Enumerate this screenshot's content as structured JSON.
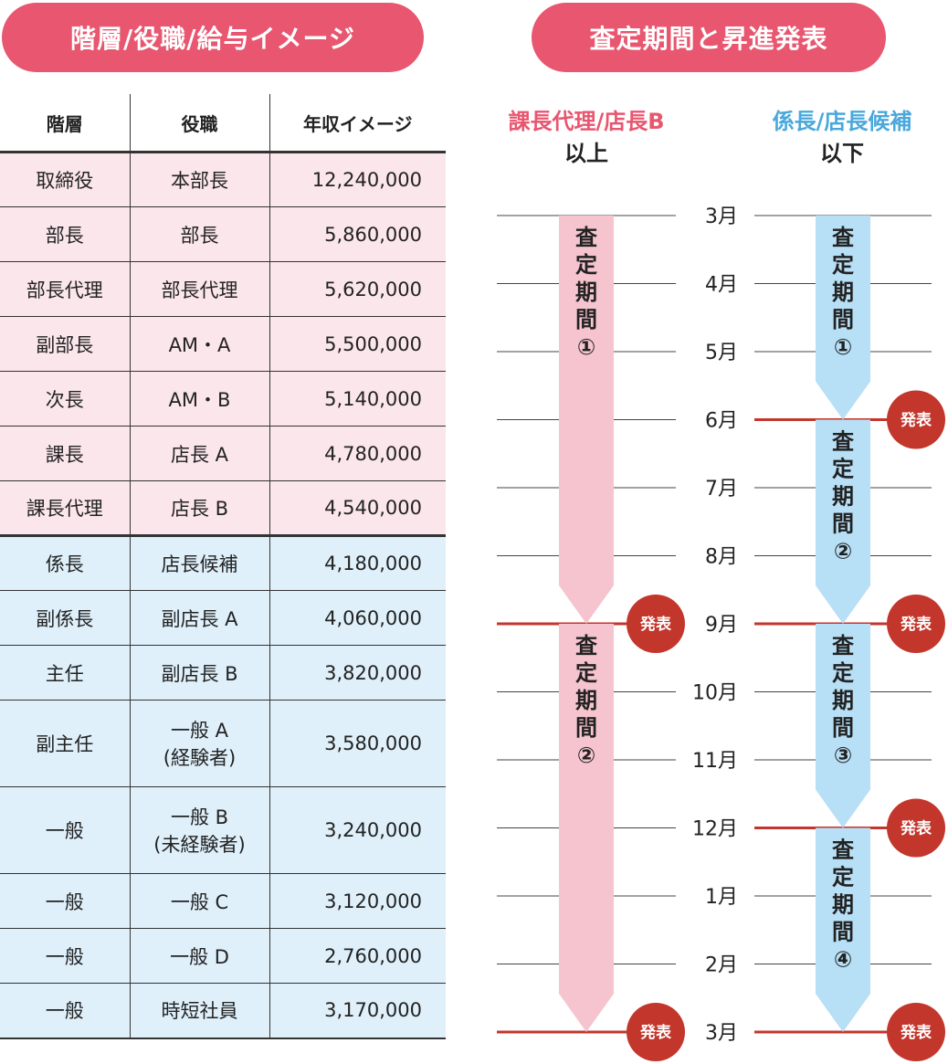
{
  "headers": {
    "left_pill": "階層/役職/給与イメージ",
    "right_pill": "査定期間と昇進発表"
  },
  "table": {
    "columns": [
      "階層",
      "役職",
      "年収イメージ"
    ],
    "rows": [
      {
        "grade": "取締役",
        "position": "本部長",
        "salary": "12,240,000",
        "group": "upper"
      },
      {
        "grade": "部長",
        "position": "部長",
        "salary": "5,860,000",
        "group": "upper"
      },
      {
        "grade": "部長代理",
        "position": "部長代理",
        "salary": "5,620,000",
        "group": "upper"
      },
      {
        "grade": "副部長",
        "position": "AM・A",
        "salary": "5,500,000",
        "group": "upper"
      },
      {
        "grade": "次長",
        "position": "AM・B",
        "salary": "5,140,000",
        "group": "upper"
      },
      {
        "grade": "課長",
        "position": "店長 A",
        "salary": "4,780,000",
        "group": "upper"
      },
      {
        "grade": "課長代理",
        "position": "店長 B",
        "salary": "4,540,000",
        "group": "upper"
      },
      {
        "grade": "係長",
        "position": "店長候補",
        "salary": "4,180,000",
        "group": "lower"
      },
      {
        "grade": "副係長",
        "position": "副店長 A",
        "salary": "4,060,000",
        "group": "lower"
      },
      {
        "grade": "主任",
        "position": "副店長 B",
        "salary": "3,820,000",
        "group": "lower"
      },
      {
        "grade": "副主任",
        "position": "一般 A",
        "position_note": "(経験者)",
        "salary": "3,580,000",
        "group": "lower"
      },
      {
        "grade": "一般",
        "position": "一般 B",
        "position_note": "(未経験者)",
        "salary": "3,240,000",
        "group": "lower"
      },
      {
        "grade": "一般",
        "position": "一般 C",
        "salary": "3,120,000",
        "group": "lower"
      },
      {
        "grade": "一般",
        "position": "一般 D",
        "salary": "2,760,000",
        "group": "lower"
      },
      {
        "grade": "一般",
        "position": "時短社員",
        "salary": "3,170,000",
        "group": "lower"
      }
    ]
  },
  "timeline": {
    "left_column": {
      "title": "課長代理/店長B",
      "subtitle": "以上",
      "color": "#e8566f"
    },
    "right_column": {
      "title": "係長/店長候補",
      "subtitle": "以下",
      "color": "#4aa8dc"
    },
    "months": [
      "3月",
      "4月",
      "5月",
      "6月",
      "7月",
      "8月",
      "9月",
      "10月",
      "11月",
      "12月",
      "1月",
      "2月",
      "3月"
    ],
    "left_periods": [
      {
        "label": "査定期間",
        "number": "①",
        "start": 0,
        "end": 6
      },
      {
        "label": "査定期間",
        "number": "②",
        "start": 6,
        "end": 12
      }
    ],
    "right_periods": [
      {
        "label": "査定期間",
        "number": "①",
        "start": 0,
        "end": 3
      },
      {
        "label": "査定期間",
        "number": "②",
        "start": 3,
        "end": 6
      },
      {
        "label": "査定期間",
        "number": "③",
        "start": 6,
        "end": 9
      },
      {
        "label": "査定期間",
        "number": "④",
        "start": 9,
        "end": 12
      }
    ],
    "left_announcements": [
      6,
      12
    ],
    "right_announcements": [
      3,
      6,
      9,
      12
    ],
    "announcement_label": "発表",
    "colors": {
      "pink_arrow": "#f6c4cf",
      "blue_arrow": "#b7dff5",
      "badge": "#c3362c",
      "announce_line": "#c3362c",
      "pill": "#e8566f"
    }
  }
}
